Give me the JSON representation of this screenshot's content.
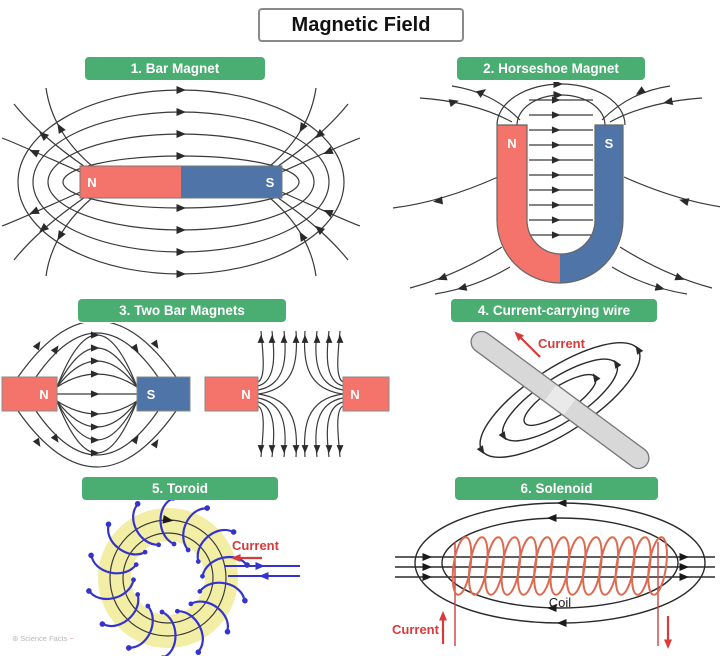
{
  "title": "Magnetic Field",
  "watermark": {
    "icon": "⊛",
    "text": "Science Facts",
    "flourish": "~"
  },
  "colors": {
    "banner_green": "#4aad72",
    "magnet_red": "#f4736b",
    "magnet_blue": "#4e74a8",
    "current_red": "#d93b3b",
    "coil_orange": "#dd6a50",
    "toroid_yellow": "#f3eea6",
    "lead_wire_blue": "#3434cc",
    "field_line_dark": "#333333",
    "rod_gray": "#d8d8d8"
  },
  "panels": [
    {
      "title": "1. Bar Magnet",
      "poles": {
        "left": "N",
        "right": "S"
      }
    },
    {
      "title": "2. Horseshoe Magnet",
      "poles": {
        "left": "N",
        "right": "S"
      }
    },
    {
      "title": "3. Two Bar Magnets",
      "pair1": {
        "left": "N",
        "right": "S"
      },
      "pair2": {
        "left": "N",
        "right": "N"
      }
    },
    {
      "title": "4. Current-carrying wire",
      "label": "Current"
    },
    {
      "title": "5. Toroid",
      "label": "Current"
    },
    {
      "title": "6. Solenoid",
      "label": "Current",
      "coil_label": "Coil"
    }
  ]
}
